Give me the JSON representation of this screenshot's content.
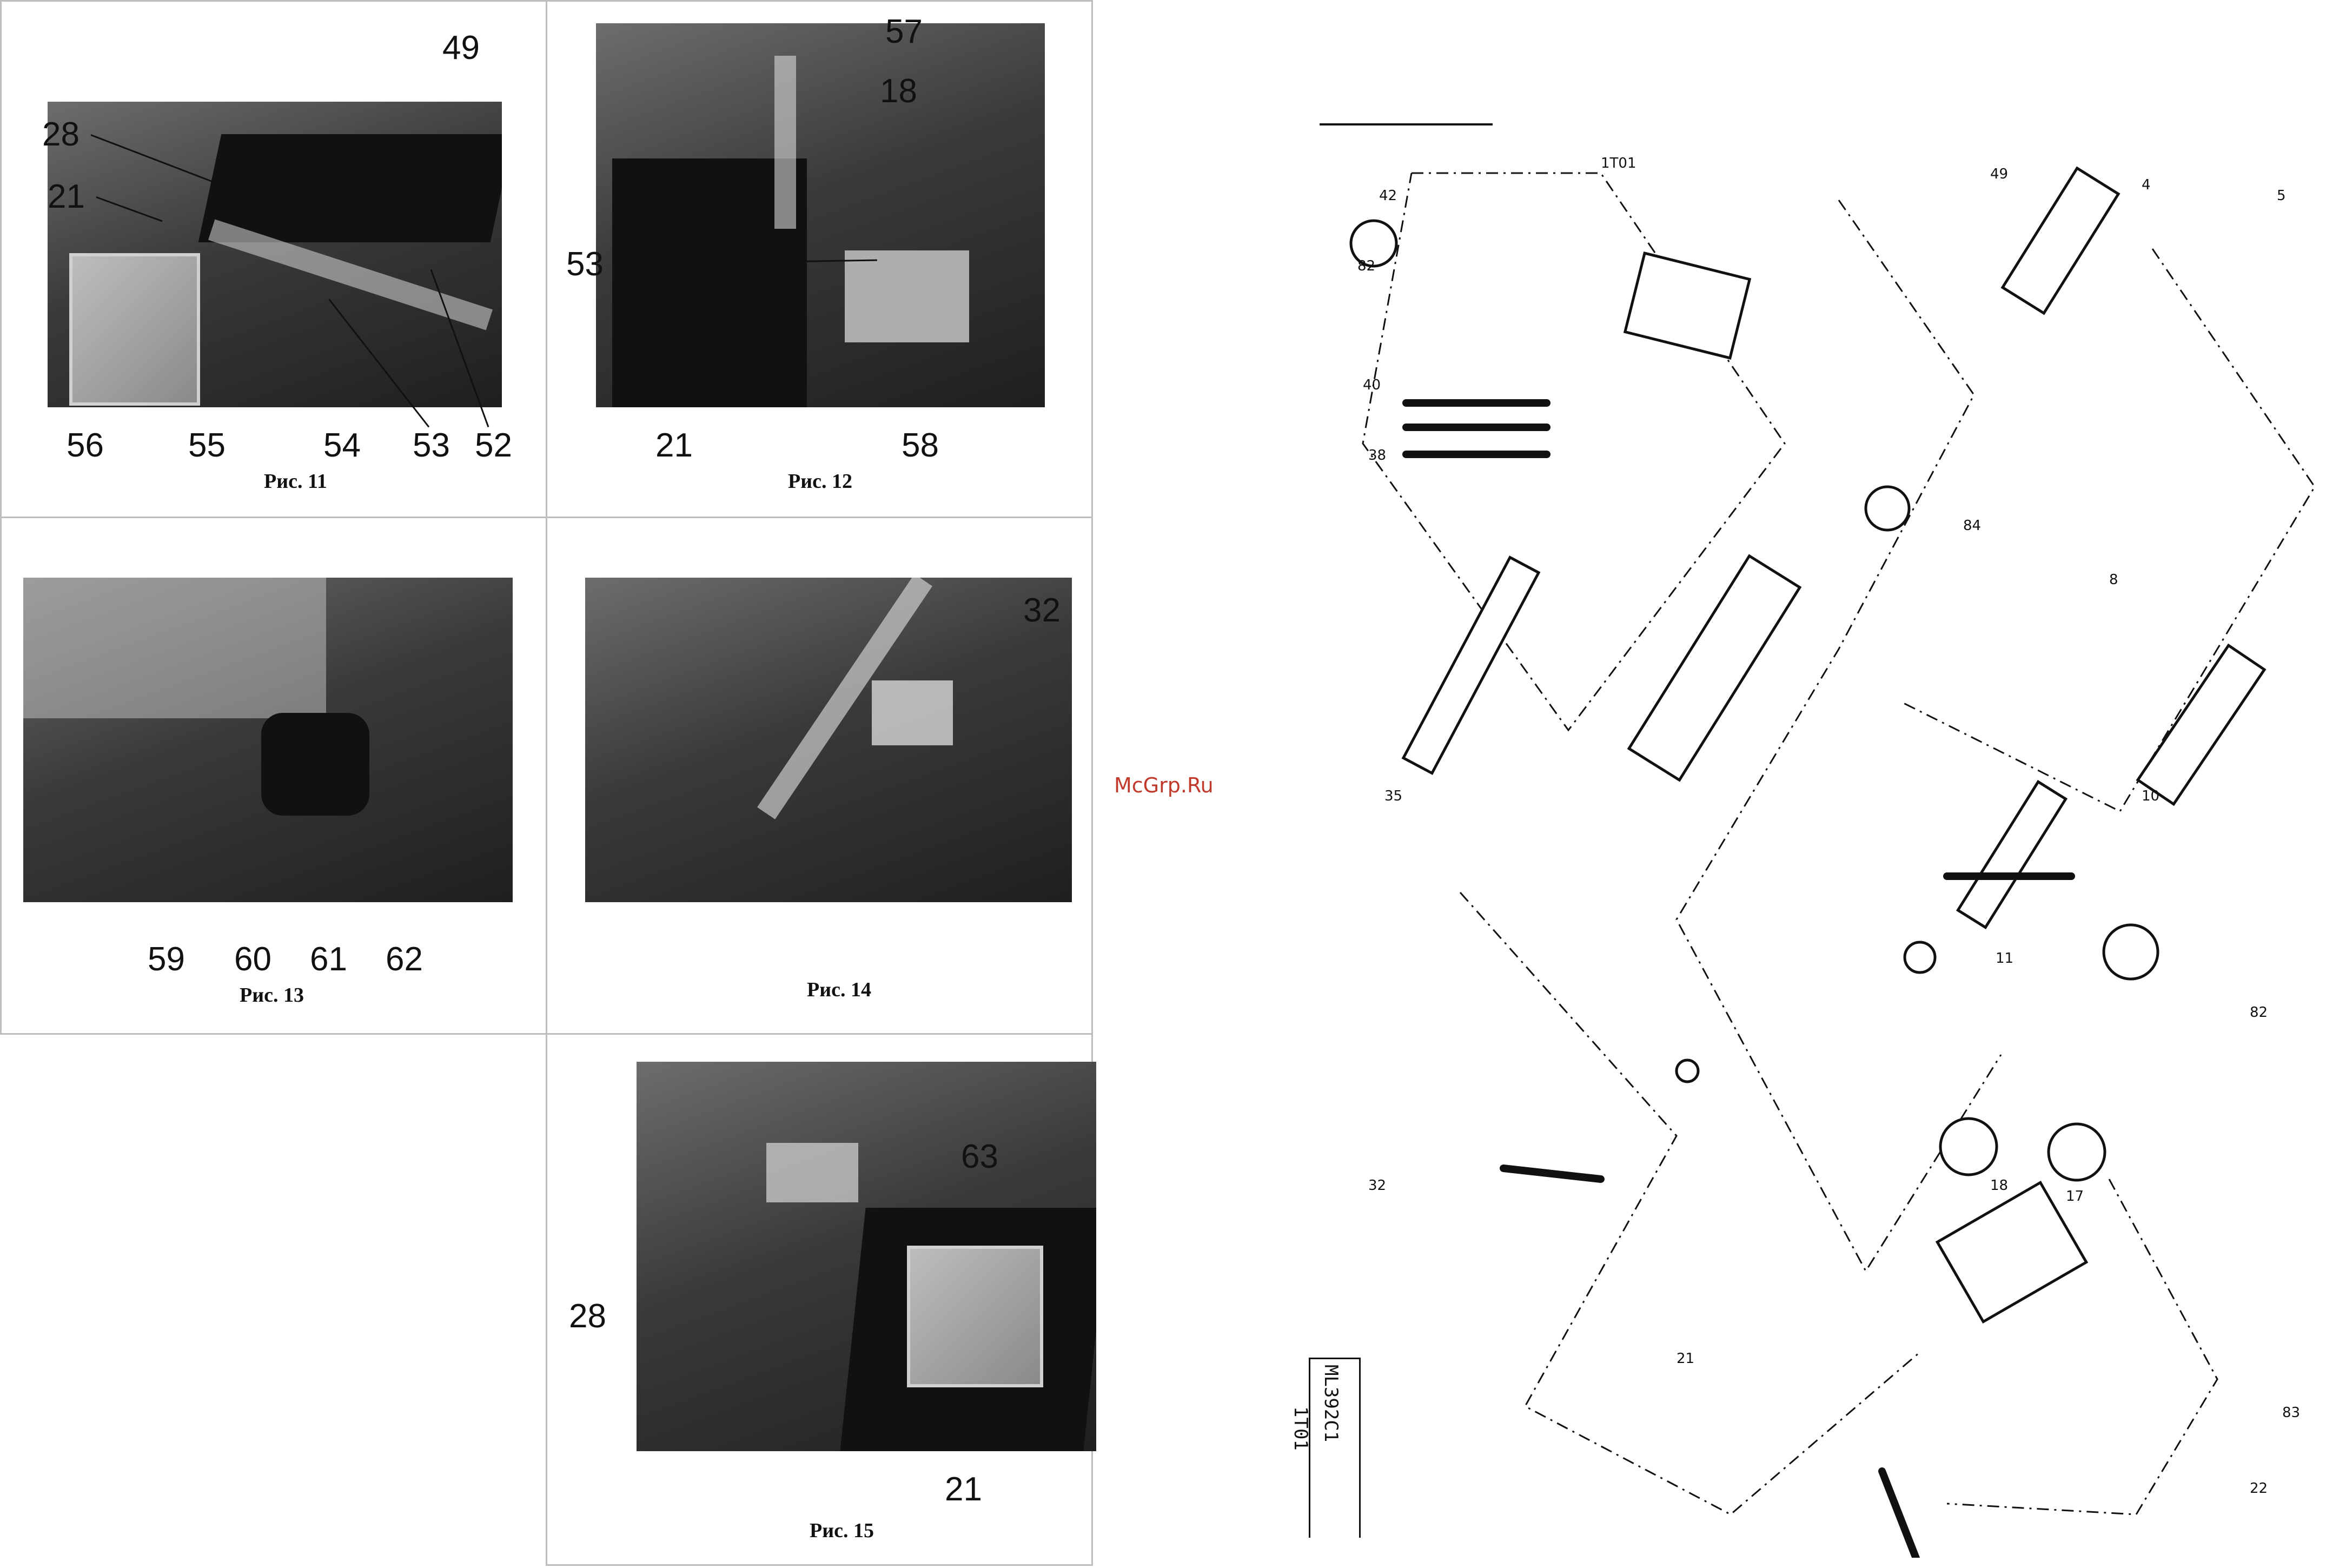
{
  "watermark": "McGrp.Ru",
  "figures": [
    {
      "id": "fig11",
      "caption": "Рис. 11",
      "callouts": [
        "49",
        "28",
        "21",
        "56",
        "55",
        "54",
        "53",
        "52"
      ]
    },
    {
      "id": "fig12",
      "caption": "Рис. 12",
      "callouts": [
        "57",
        "18",
        "53",
        "21",
        "58"
      ]
    },
    {
      "id": "fig13",
      "caption": "Рис. 13",
      "callouts": [
        "59",
        "60",
        "61",
        "62"
      ]
    },
    {
      "id": "fig14",
      "caption": "Рис. 14",
      "callouts": [
        "32"
      ]
    },
    {
      "id": "fig15",
      "caption": "Рис. 15",
      "callouts": [
        "63",
        "28",
        "21"
      ]
    }
  ],
  "exploded_view": {
    "stamp_model": "ML392C1",
    "stamp_code": "1T01"
  }
}
